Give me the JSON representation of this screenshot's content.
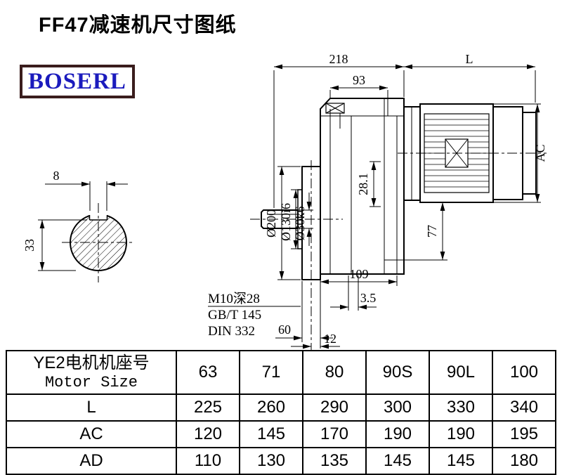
{
  "page": {
    "title": "FF47减速机尺寸图纸"
  },
  "logo": {
    "text": "BOSERL"
  },
  "drawing": {
    "dims": {
      "width_218": "218",
      "length_L": "L",
      "width_93": "93",
      "height_AC": "AC",
      "key_width_8": "8",
      "shaft_flat_33": "33",
      "flange_dia_200": "Ø200",
      "spigot_dia_130": "Ø130i6",
      "shaft_dia_30": "Ø30k6",
      "key_height_28_1": "28.1",
      "height_77": "77",
      "width_109": "109",
      "offset_3_5": "3.5",
      "shaft_len_60": "60",
      "offset_12": "12"
    },
    "notes": {
      "tap": "M10深28",
      "std1": "GB/T 145",
      "std2": "DIN 332"
    }
  },
  "table": {
    "header_label_cn": "YE2电机机座号",
    "header_label_en": "Motor Size",
    "columns": [
      "63",
      "71",
      "80",
      "90S",
      "90L",
      "100"
    ],
    "rows": [
      {
        "label": "L",
        "values": [
          "225",
          "260",
          "290",
          "300",
          "330",
          "340"
        ]
      },
      {
        "label": "AC",
        "values": [
          "120",
          "145",
          "170",
          "190",
          "190",
          "195"
        ]
      },
      {
        "label": "AD",
        "values": [
          "110",
          "130",
          "135",
          "145",
          "145",
          "180"
        ]
      }
    ]
  }
}
